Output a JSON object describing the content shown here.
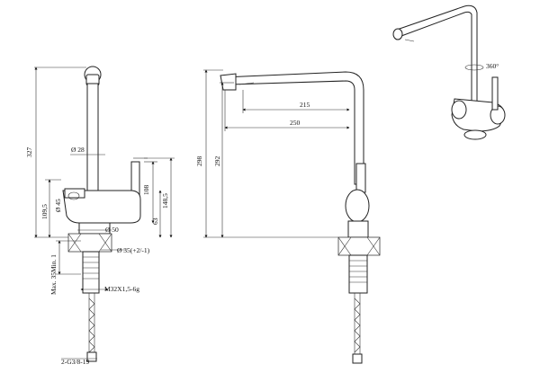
{
  "dimensions": {
    "height_327": "327",
    "dia_28": "Ø 28",
    "height_108": "108",
    "height_148_5": "148,5",
    "height_109_5": "109,5",
    "dia_45": "Ø 45",
    "height_63": "63",
    "dia_50": "Ø 50",
    "dia_35": "Ø 35(+2/-1)",
    "max_35": "Max. 35Min. 1",
    "thread_m32": "M32X1,5-6g",
    "hose_thread": "2-G3/8-19",
    "reach_215": "215",
    "reach_250": "250",
    "height_298": "298",
    "height_292": "292",
    "rotation_360": "360°"
  }
}
